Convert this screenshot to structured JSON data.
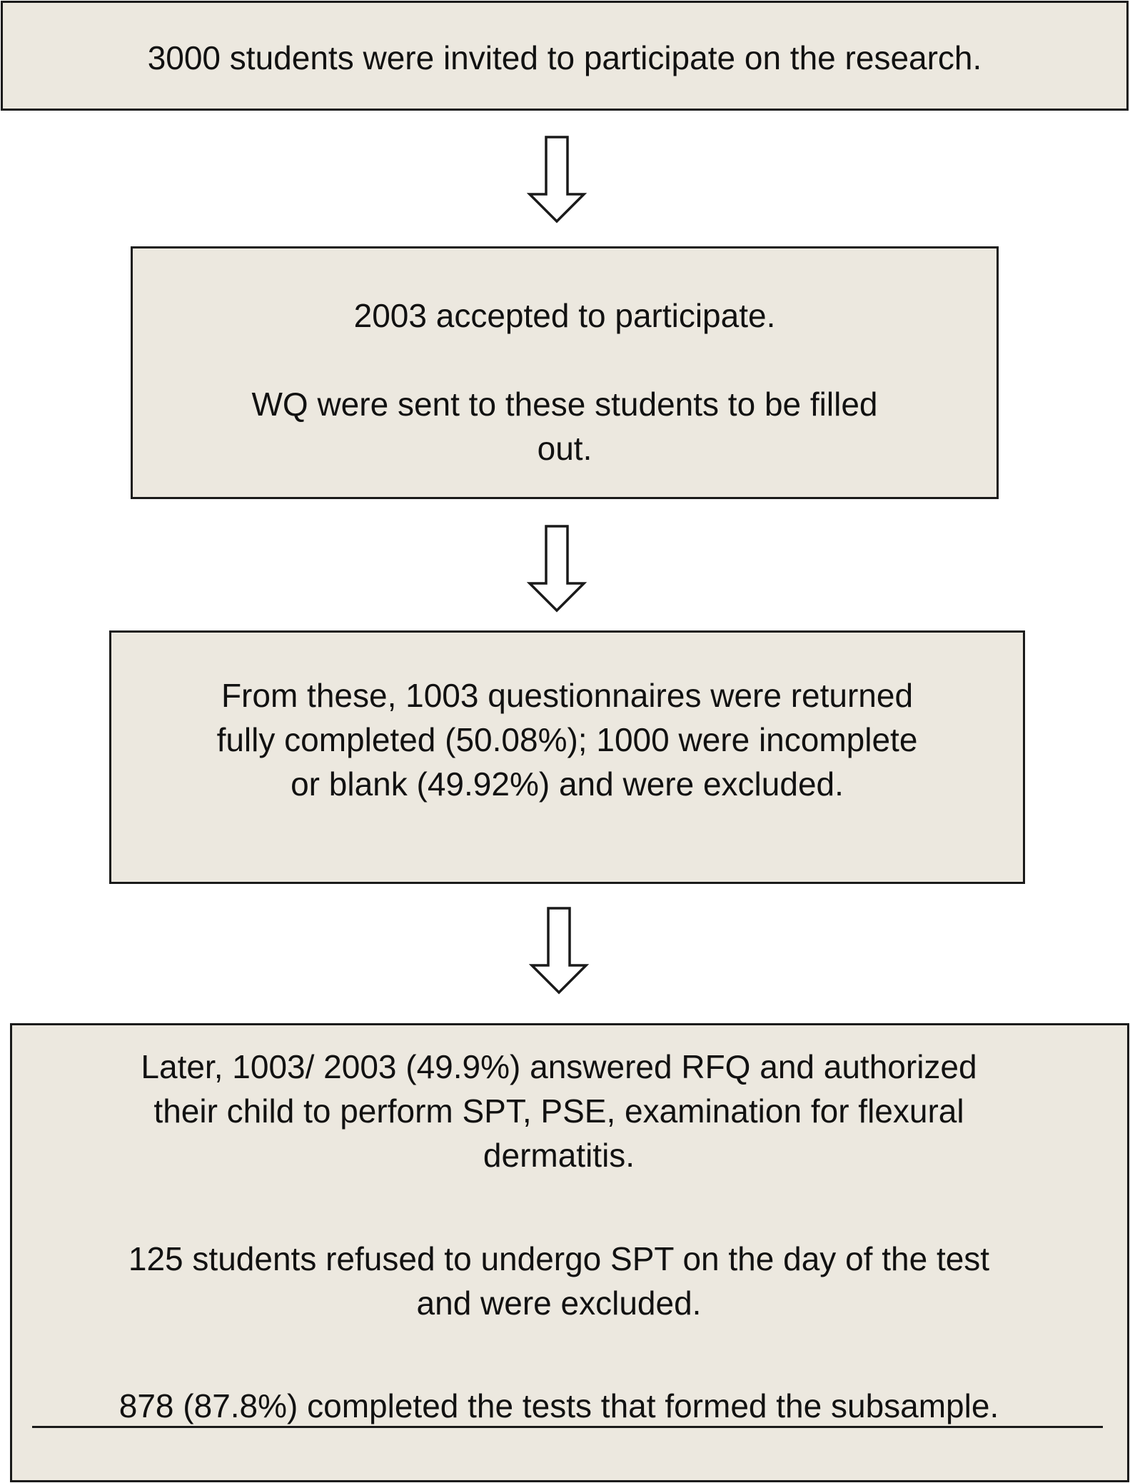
{
  "box1": {
    "lines": [
      "3000 students were invited to participate on the research."
    ]
  },
  "box2": {
    "lines": [
      "2003 accepted to participate.",
      "WQ were sent to these students to be filled",
      "out."
    ]
  },
  "box3": {
    "lines": [
      "From these, 1003 questionnaires were returned",
      "fully completed (50.08%); 1000 were incomplete",
      "or blank (49.92%) and were excluded."
    ]
  },
  "box4": {
    "lines": [
      "Later, 1003/ 2003 (49.9%) answered RFQ and authorized",
      "their child to perform SPT, PSE, examination for flexural",
      "dermatitis.",
      "125 students refused to undergo SPT on the day of the test",
      "and were excluded.",
      "878 (87.8%) completed the tests that formed the subsample."
    ]
  }
}
